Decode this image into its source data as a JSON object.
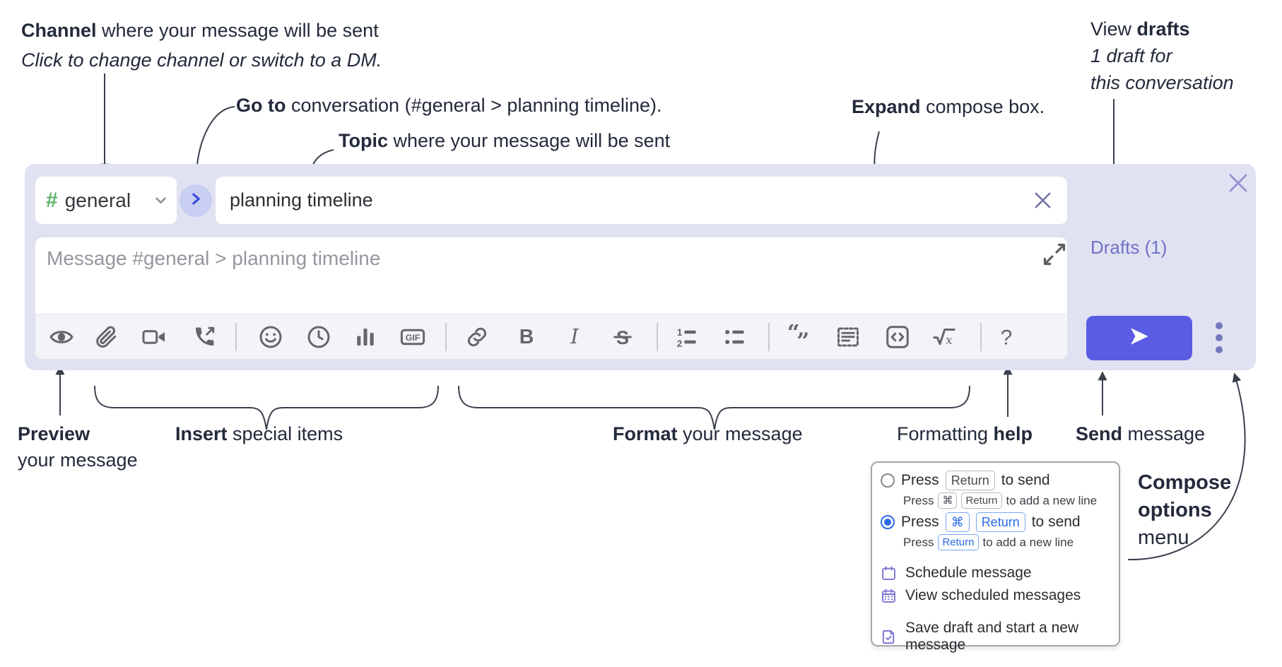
{
  "annotations": {
    "channel_bold": "Channel",
    "channel_rest": " where your message will be sent",
    "channel_sub": "Click to change channel or switch to a DM.",
    "goto_bold": "Go to",
    "goto_rest": " conversation (#general > planning timeline).",
    "topic_bold": "Topic",
    "topic_rest": " where your message will be sent",
    "expand_bold": "Expand",
    "expand_rest": " compose box.",
    "view_drafts_pre": "View ",
    "view_drafts_bold": "drafts",
    "view_drafts_line2": "1 draft for",
    "view_drafts_line3": "this conversation",
    "preview_bold": "Preview",
    "preview_line2": "your message",
    "insert_bold": "Insert",
    "insert_rest": " special items",
    "format_bold": "Format",
    "format_rest": " your message",
    "help_pre": "Formatting ",
    "help_bold": "help",
    "send_bold": "Send",
    "send_rest": " message",
    "compose_options_line1": "Compose",
    "compose_options_line2": "options",
    "compose_options_line3": "menu"
  },
  "compose": {
    "channel_hash": "#",
    "channel_name": "general",
    "topic_value": "planning timeline",
    "message_placeholder": "Message #general > planning timeline",
    "drafts_label": "Drafts (1)",
    "gif_label": "GIF"
  },
  "menu": {
    "opt1_press": "Press",
    "opt1_key": "Return",
    "opt1_suffix": "to send",
    "opt1_sub_press": "Press",
    "opt1_sub_key1": "⌘",
    "opt1_sub_key2": "Return",
    "opt1_sub_suffix": "to add a new line",
    "opt2_press": "Press",
    "opt2_key1": "⌘",
    "opt2_key2": "Return",
    "opt2_suffix": "to send",
    "opt2_sub_press": "Press",
    "opt2_sub_key": "Return",
    "opt2_sub_suffix": "to add a new line",
    "items": [
      "Schedule message",
      "View scheduled messages",
      "Save draft and start a new message"
    ]
  },
  "colors": {
    "compose_bg": "#e0e2f2",
    "send_button": "#5a5ce4",
    "accent_blue": "#2d6be6",
    "drafts_link": "#6f73c4",
    "hash_green": "#5eb36a",
    "goto_circle_bg": "#c9cef3",
    "goto_chevron": "#3c50d8",
    "menu_icon_purple": "#7b74d4",
    "annotation_text": "#232a3b",
    "toolbar_icon": "#64666c",
    "close_x": "#9597d1",
    "clear_x": "#6e70a8"
  }
}
